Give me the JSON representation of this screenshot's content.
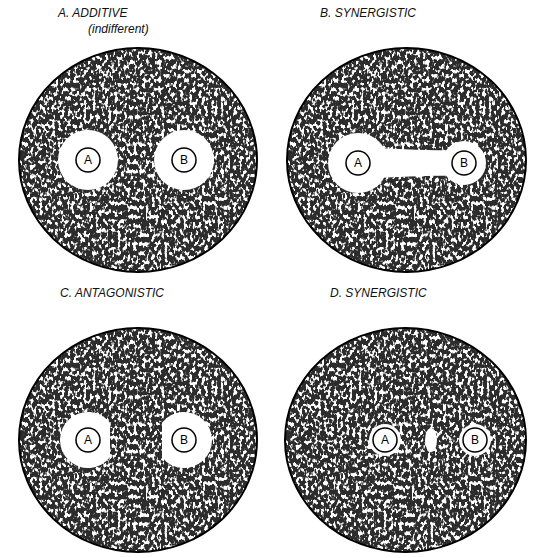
{
  "diagram": {
    "nodes": [
      {
        "text": [
          "A. ADDITIVE",
          "(indifferent)"
        ]
      },
      {
        "text": [
          "A"
        ],
        "in": 0
      },
      {
        "text": [
          "B"
        ],
        "in": 0
      },
      {
        "text": [
          "B. SYNERGISTIC"
        ]
      },
      {
        "text": [
          "A"
        ],
        "in": 3
      },
      {
        "text": [
          "B"
        ],
        "in": 3
      },
      {
        "text": [
          "C. ANTAGONISTIC"
        ]
      },
      {
        "text": [
          "A"
        ],
        "in": 6
      },
      {
        "text": [
          "B"
        ],
        "in": 6
      },
      {
        "text": [
          "D. SYNERGISTIC"
        ]
      },
      {
        "text": [
          "A"
        ],
        "in": 9
      },
      {
        "text": [
          "B"
        ],
        "in": 9
      }
    ]
  }
}
